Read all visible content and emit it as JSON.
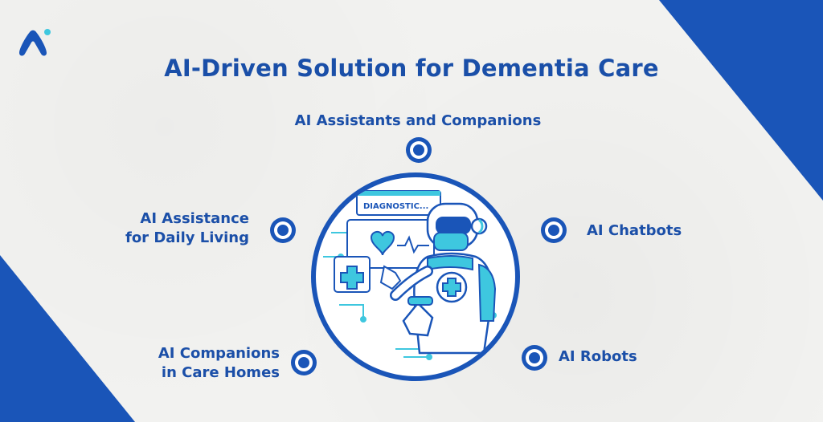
{
  "title": "AI-Driven Solution for Dementia Care",
  "items": [
    {
      "label": "AI Assistants and Companions"
    },
    {
      "label": "AI Assistance for Daily Living",
      "lines": [
        "AI Assistance",
        "for Daily Living"
      ]
    },
    {
      "label": "AI Chatbots"
    },
    {
      "label": "AI Companions in Care Homes",
      "lines": [
        "AI Companions",
        "in Care Homes"
      ]
    },
    {
      "label": "AI Robots"
    }
  ],
  "illustration": {
    "screen_text": "DIAGNOSTIC..."
  },
  "colors": {
    "accent": "#1a55b8",
    "text": "#1b4fa8",
    "highlight": "#3ec7df",
    "background": "#f2f2f0"
  },
  "icons": {
    "logo": "brand-logo-icon",
    "marker": "target-circle-icon"
  }
}
